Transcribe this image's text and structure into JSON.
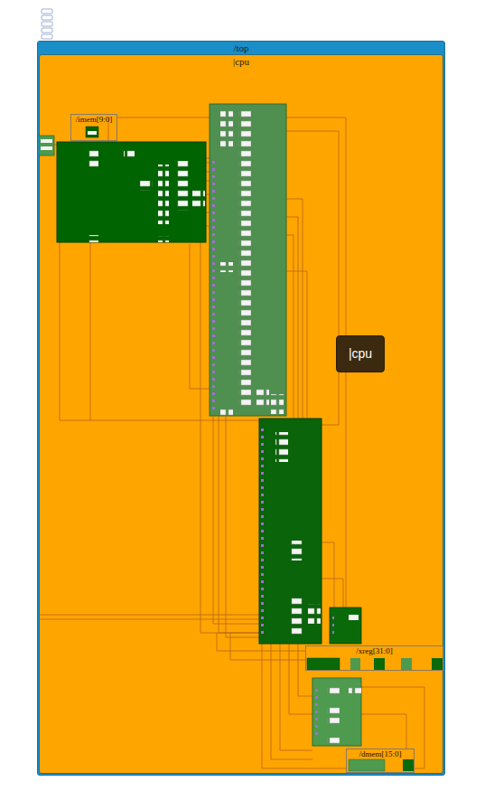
{
  "diagram": {
    "nodes": [
      {
        "text": [
          "/top"
        ]
      },
      {
        "text": [
          "|cpu"
        ],
        "in": 0
      },
      {
        "text": [
          "/imem[9:0]"
        ],
        "in": 1
      },
      {
        "text": [
          "|cpu"
        ],
        "in": 1
      },
      {
        "text": [
          "/xreg[31:0]"
        ],
        "in": 1
      },
      {
        "text": [
          "/dmem[15:0]"
        ],
        "in": 1
      }
    ]
  }
}
